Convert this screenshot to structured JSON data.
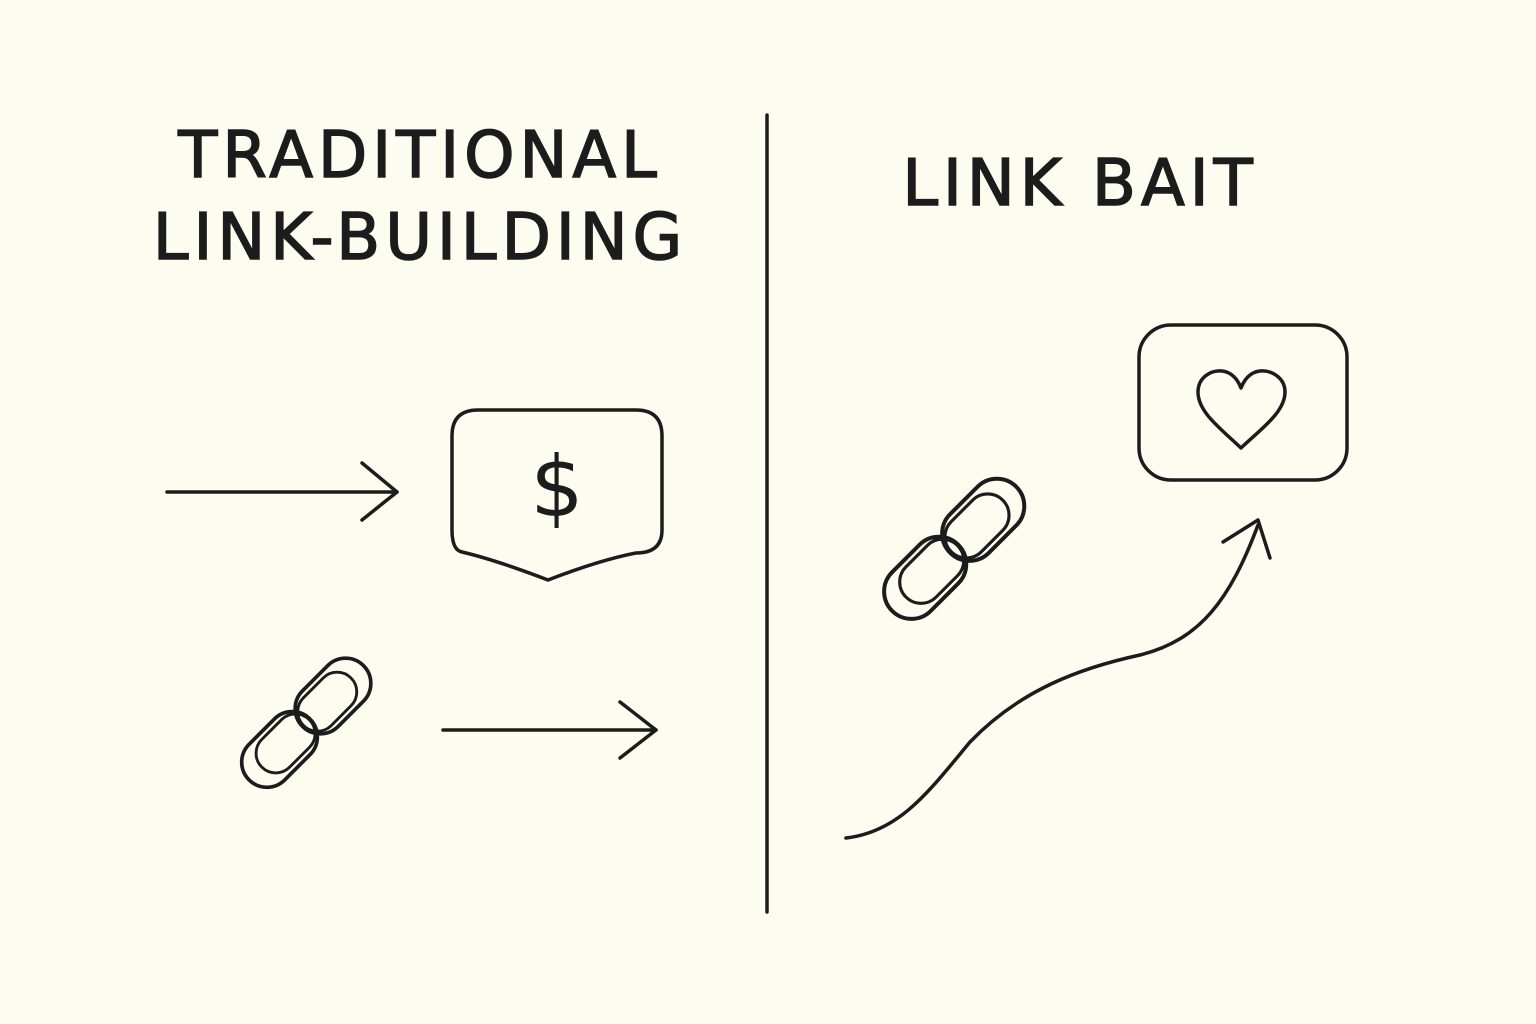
{
  "left_panel": {
    "title_line_1": "TRADITIONAL",
    "title_line_2": "LINK-BUILDING",
    "badge_symbol": "$"
  },
  "right_panel": {
    "title": "LINK BAIT",
    "badge_icon": "heart-icon"
  },
  "icons": [
    "arrow-icon",
    "chain-link-icon",
    "dollar-icon",
    "heart-icon"
  ],
  "colors": {
    "background": "#fdfcf1",
    "ink": "#1c1c1c"
  }
}
